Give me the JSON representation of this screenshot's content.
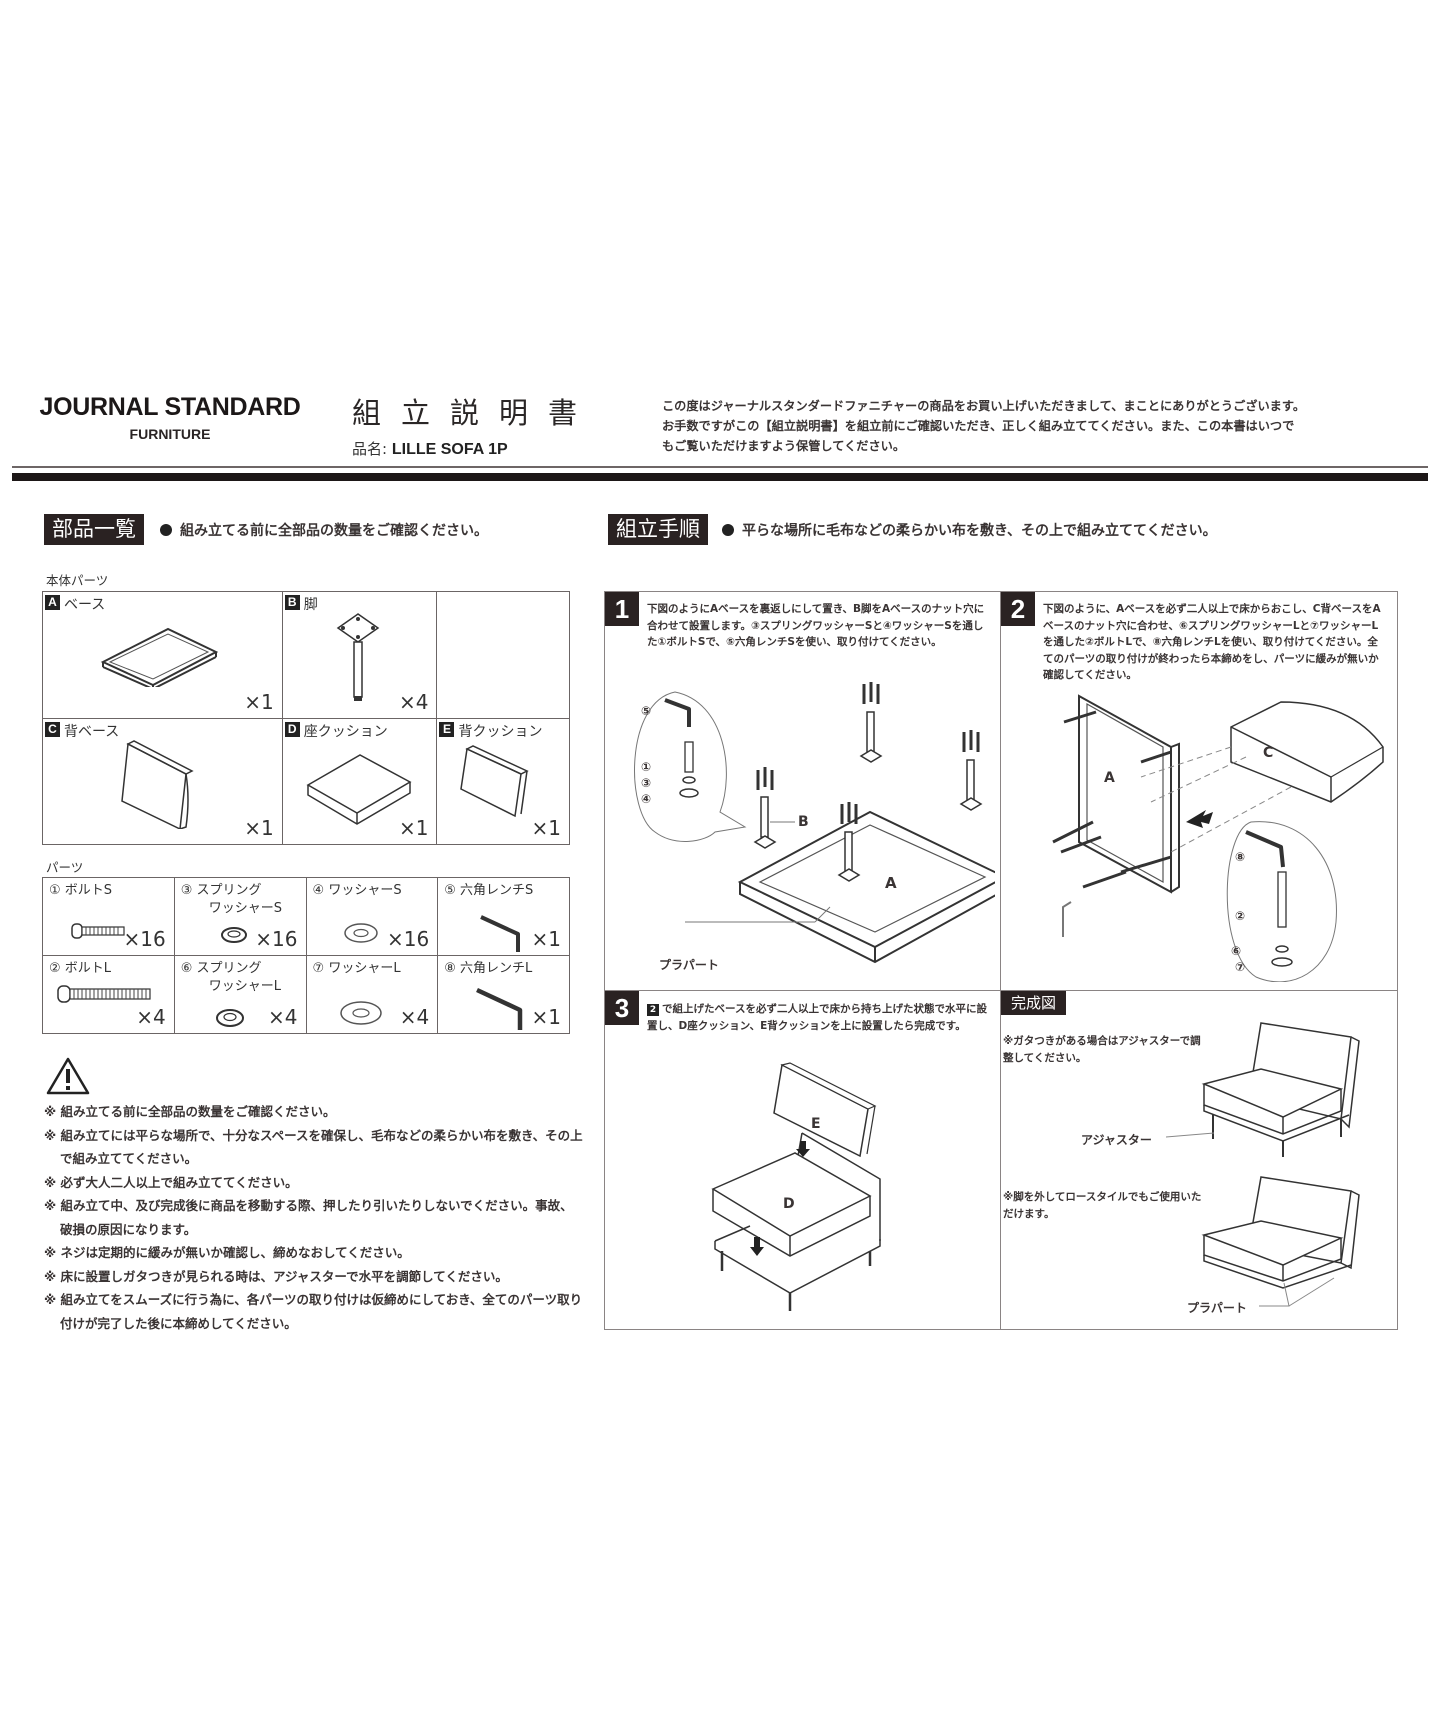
{
  "header": {
    "brand_name": "JOURNAL STANDARD",
    "brand_sub": "FURNITURE",
    "doc_title": "組立説明書",
    "product_label": "品名:",
    "product_name": "LILLE SOFA 1P",
    "intro_lines": [
      "この度はジャーナルスタンダードファニチャーの商品をお買い上げいただきまして、まことにありがとうございます。",
      "お手数ですがこの【組立説明書】を組立前にご確認いただき、正しく組み立ててください。また、この本書はいつで",
      "もご覧いただけますよう保管してください。"
    ]
  },
  "parts_section": {
    "tag": "部品一覧",
    "note": "組み立てる前に全部品の数量をご確認ください。",
    "body_parts_label": "本体パーツ",
    "body_parts": [
      {
        "letter": "A",
        "name": "ベース",
        "qty": "×1"
      },
      {
        "letter": "B",
        "name": "脚",
        "qty": "×4"
      },
      {
        "letter": "C",
        "name": "背ベース",
        "qty": "×1"
      },
      {
        "letter": "D",
        "name": "座クッション",
        "qty": "×1"
      },
      {
        "letter": "E",
        "name": "背クッション",
        "qty": "×1"
      }
    ],
    "hardware_label": "パーツ",
    "hardware": [
      {
        "num": "①",
        "name": "ボルトS",
        "name2": "",
        "qty": "×16"
      },
      {
        "num": "③",
        "name": "スプリング",
        "name2": "ワッシャーS",
        "qty": "×16"
      },
      {
        "num": "④",
        "name": "ワッシャーS",
        "name2": "",
        "qty": "×16"
      },
      {
        "num": "⑤",
        "name": "六角レンチS",
        "name2": "",
        "qty": "×1"
      },
      {
        "num": "②",
        "name": "ボルトL",
        "name2": "",
        "qty": "×4"
      },
      {
        "num": "⑥",
        "name": "スプリング",
        "name2": "ワッシャーL",
        "qty": "×4"
      },
      {
        "num": "⑦",
        "name": "ワッシャーL",
        "name2": "",
        "qty": "×4"
      },
      {
        "num": "⑧",
        "name": "六角レンチL",
        "name2": "",
        "qty": "×1"
      }
    ]
  },
  "warnings": {
    "icon": "warning-triangle-icon",
    "items": [
      "※ 組み立てる前に全部品の数量をご確認ください。",
      "※ 組み立てには平らな場所で、十分なスペースを確保し、毛布などの柔らかい布を敷き、その上で組み立ててください。",
      "※ 必ず大人二人以上で組み立ててください。",
      "※ 組み立て中、及び完成後に商品を移動する際、押したり引いたりしないでください。事故、破損の原因になります。",
      "※ ネジは定期的に緩みが無いか確認し、締めなおしてください。",
      "※ 床に設置しガタつきが見られる時は、アジャスターで水平を調節してください。",
      "※ 組み立てをスムーズに行う為に、各パーツの取り付けは仮締めにしておき、全てのパーツ取り付けが完了した後に本締めしてください。"
    ]
  },
  "assembly_section": {
    "tag": "組立手順",
    "note": "平らな場所に毛布などの柔らかい布を敷き、その上で組み立ててください。",
    "steps": [
      {
        "num": "1",
        "text": "下図のようにAベースを裏返しにして置き、B脚をAベースのナット穴に合わせて設置します。③スプリングワッシャーSと④ワッシャーSを通した①ボルトSで、⑤六角レンチSを使い、取り付けてください。",
        "callouts": {
          "base": "A",
          "leg": "B",
          "bracket": "プラパート",
          "c5": "⑤",
          "c1": "①",
          "c3": "③",
          "c4": "④"
        }
      },
      {
        "num": "2",
        "text": "下図のように、Aベースを必ず二人以上で床からおこし、C背ベースをAベースのナット穴に合わせ、⑥スプリングワッシャーLと⑦ワッシャーLを通した②ボルトLで、⑧六角レンチLを使い、取り付けてください。全てのパーツの取り付けが終わったら本締めをし、パーツに緩みが無いか確認してください。",
        "callouts": {
          "base": "A",
          "back": "C",
          "c8": "⑧",
          "c2": "②",
          "c6": "⑥",
          "c7": "⑦"
        }
      },
      {
        "num": "3",
        "ref": "2",
        "text": "で組上げたベースを必ず二人以上で床から持ち上げた状態で水平に設置し、D座クッション、E背クッションを上に設置したら完成です。",
        "callouts": {
          "seat": "D",
          "back": "E"
        }
      }
    ],
    "complete": {
      "tag": "完成図",
      "note1": "※ガタつきがある場合はアジャスターで調整してください。",
      "label1": "アジャスター",
      "note2": "※脚を外してロースタイルでもご使用いただけます。",
      "label2": "プラパート"
    }
  }
}
